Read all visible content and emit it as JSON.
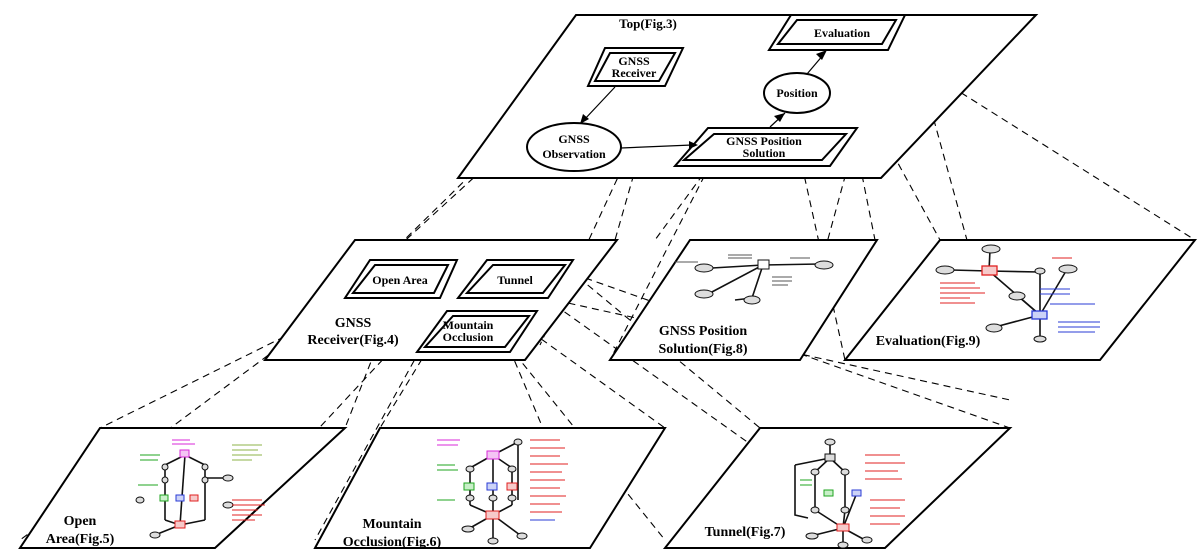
{
  "top": {
    "title": "Top(Fig.3)"
  },
  "top_nodes": {
    "gnss_receiver": [
      "GNSS",
      "Receiver"
    ],
    "gnss_observation": [
      "GNSS",
      "Observation"
    ],
    "gnss_position_solution": [
      "GNSS Position",
      "Solution"
    ],
    "position": "Position",
    "evaluation": "Evaluation"
  },
  "receiver_plane": {
    "title": [
      "GNSS",
      "Receiver(Fig.4)"
    ],
    "open_area": "Open Area",
    "tunnel": "Tunnel",
    "mountain_occlusion": [
      "Mountain",
      "Occlusion"
    ]
  },
  "solution_plane": {
    "title": [
      "GNSS Position",
      "Solution(Fig.8)"
    ]
  },
  "evaluation_plane": {
    "title": "Evaluation(Fig.9)"
  },
  "open_area_plane": {
    "title": [
      "Open",
      "Area(Fig.5)"
    ]
  },
  "mountain_plane": {
    "title": [
      "Mountain",
      "Occlusion(Fig.6)"
    ]
  },
  "tunnel_plane": {
    "title": "Tunnel(Fig.7)"
  },
  "colors": {
    "line": "#000000",
    "background": "#ffffff",
    "mini_red": "#e02020",
    "mini_blue": "#2a3bd6",
    "mini_green": "#1fa51f",
    "mini_magenta": "#d92ad9"
  }
}
